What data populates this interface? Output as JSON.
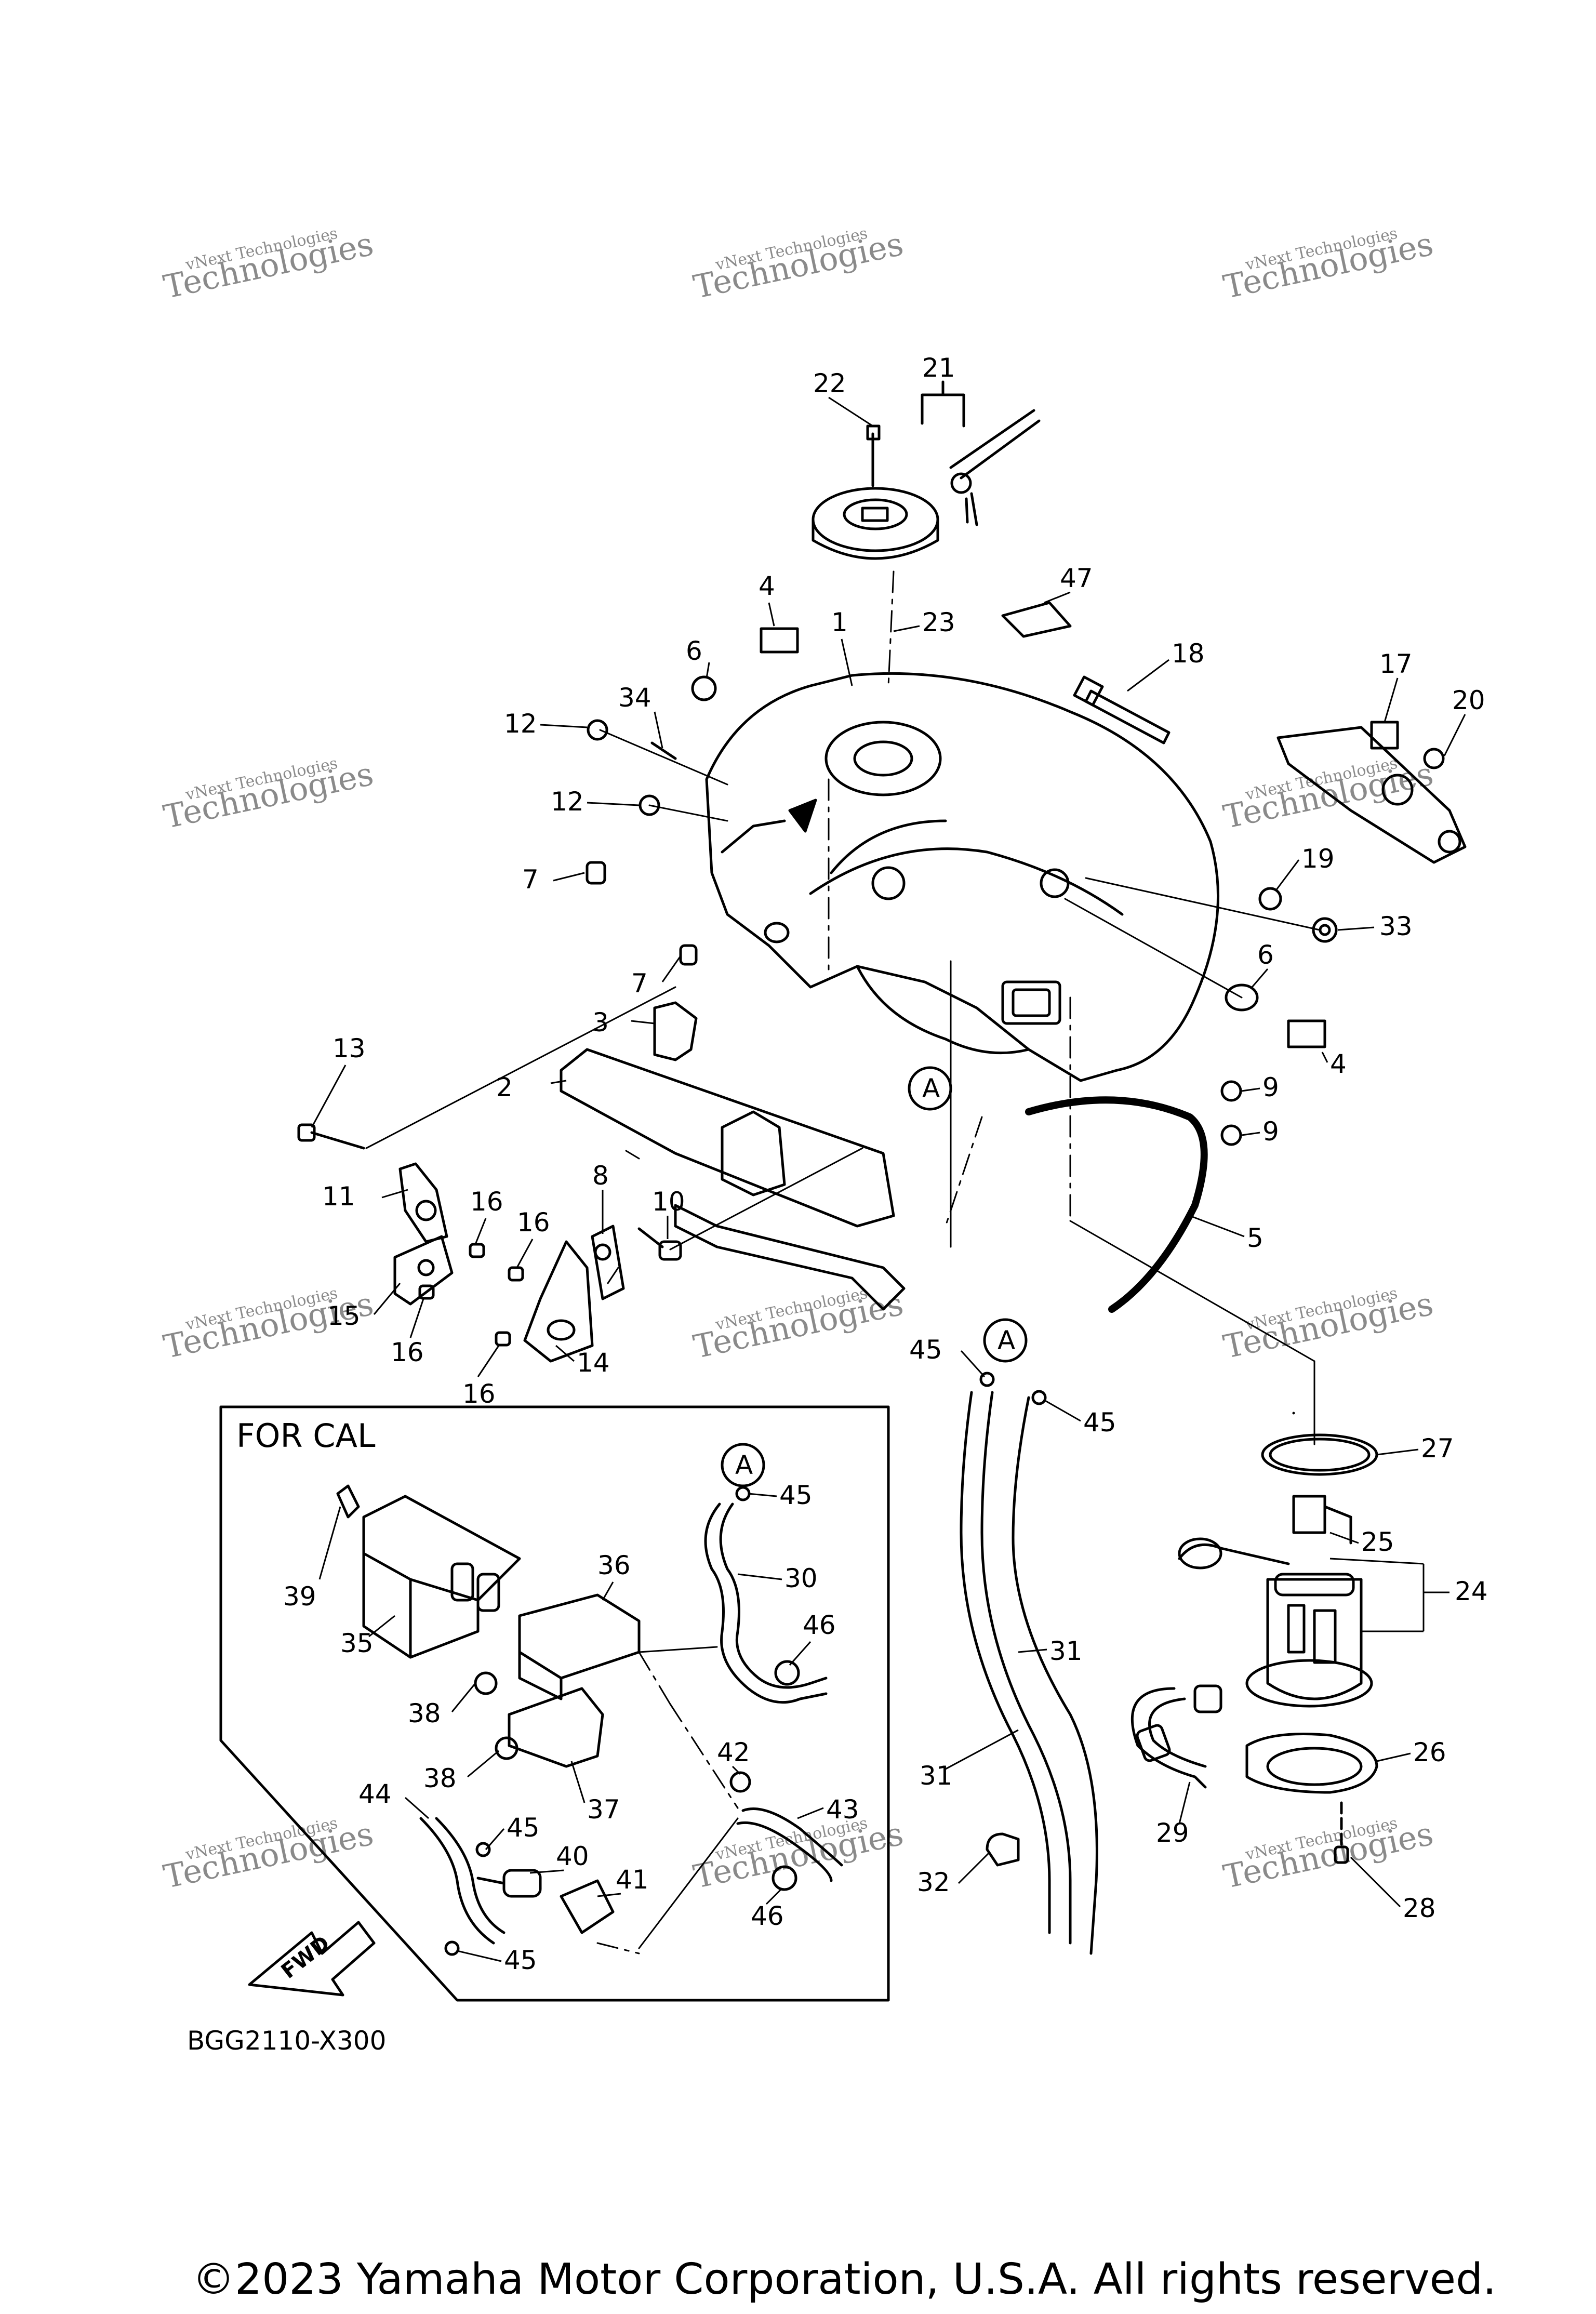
{
  "diagram": {
    "code": "BGG2110-X300",
    "inset_title": "FOR CAL",
    "fwd_label": "FWD",
    "marker_label": "A",
    "copyright": "©2023 Yamaha Motor Corporation, U.S.A. All rights reserved.",
    "watermark": {
      "line1": "vNext Technologies",
      "line2": "Technologies"
    },
    "callouts": {
      "c1": "1",
      "c2": "2",
      "c3": "3",
      "c4": "4",
      "c4b": "4",
      "c5": "5",
      "c6": "6",
      "c6b": "6",
      "c7": "7",
      "c7b": "7",
      "c8": "8",
      "c9": "9",
      "c9b": "9",
      "c10": "10",
      "c11": "11",
      "c12": "12",
      "c12b": "12",
      "c13": "13",
      "c14": "14",
      "c15": "15",
      "c16": "16",
      "c16b": "16",
      "c16c": "16",
      "c16d": "16",
      "c17": "17",
      "c18": "18",
      "c19": "19",
      "c20": "20",
      "c21": "21",
      "c22": "22",
      "c23": "23",
      "c24": "24",
      "c25": "25",
      "c26": "26",
      "c27": "27",
      "c28": "28",
      "c29": "29",
      "c30": "30",
      "c31": "31",
      "c31b": "31",
      "c32": "32",
      "c33": "33",
      "c34": "34",
      "c35": "35",
      "c36": "36",
      "c37": "37",
      "c38": "38",
      "c38b": "38",
      "c39": "39",
      "c40": "40",
      "c41": "41",
      "c42": "42",
      "c43": "43",
      "c44": "44",
      "c45a": "45",
      "c45b": "45",
      "c45c": "45",
      "c45d": "45",
      "c45e": "45",
      "c46": "46",
      "c46b": "46",
      "c47": "47"
    }
  }
}
